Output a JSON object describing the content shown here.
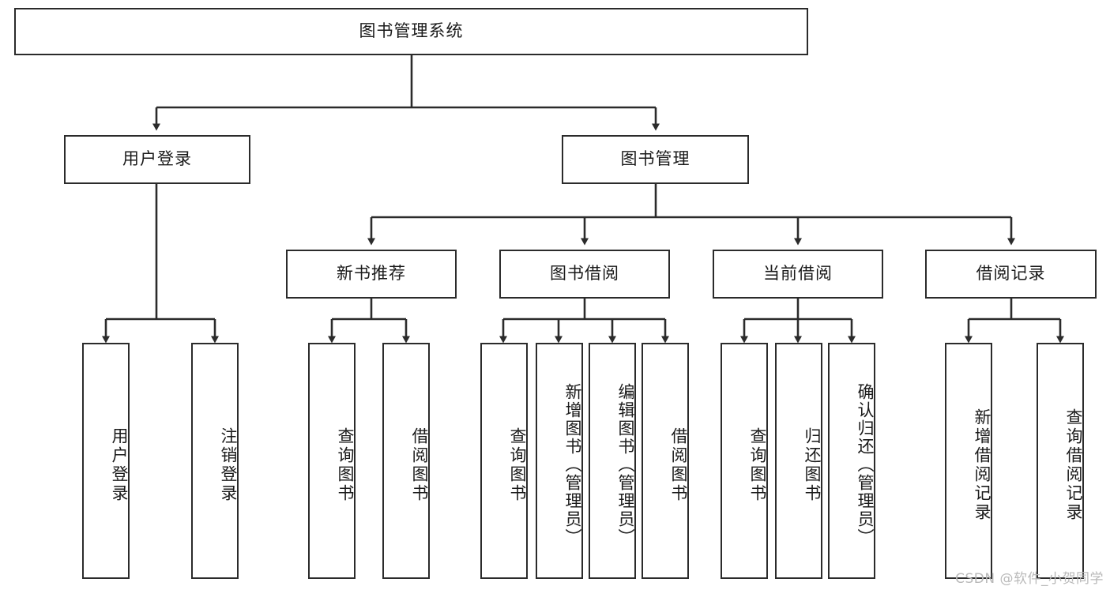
{
  "diagram": {
    "title": "图书管理系统",
    "type": "hierarchy-tree",
    "watermark": "CSDN @软件_小贺同学",
    "colors": {
      "stroke": "#2b2b2b",
      "fill": "#ffffff",
      "text": "#1a1a1a",
      "watermark": "#b9b9b9"
    },
    "levels": {
      "root": {
        "label": "图书管理系统"
      },
      "level2": [
        {
          "label": "用户登录"
        },
        {
          "label": "图书管理"
        }
      ],
      "level3": [
        {
          "label": "新书推荐"
        },
        {
          "label": "图书借阅"
        },
        {
          "label": "当前借阅"
        },
        {
          "label": "借阅记录"
        }
      ],
      "leaves": [
        {
          "label": "用户登录",
          "parent": "用户登录"
        },
        {
          "label": "注销登录",
          "parent": "用户登录"
        },
        {
          "label": "查询图书",
          "parent": "新书推荐"
        },
        {
          "label": "借阅图书",
          "parent": "新书推荐"
        },
        {
          "label": "查询图书",
          "parent": "图书借阅"
        },
        {
          "label": "新增图书（管理员）",
          "parent": "图书借阅"
        },
        {
          "label": "编辑图书（管理员）",
          "parent": "图书借阅"
        },
        {
          "label": "借阅图书",
          "parent": "图书借阅"
        },
        {
          "label": "查询图书",
          "parent": "当前借阅"
        },
        {
          "label": "归还图书",
          "parent": "当前借阅"
        },
        {
          "label": "确认归还（管理员）",
          "parent": "当前借阅"
        },
        {
          "label": "新增借阅记录",
          "parent": "借阅记录"
        },
        {
          "label": "查询借阅记录",
          "parent": "借阅记录"
        }
      ]
    }
  }
}
